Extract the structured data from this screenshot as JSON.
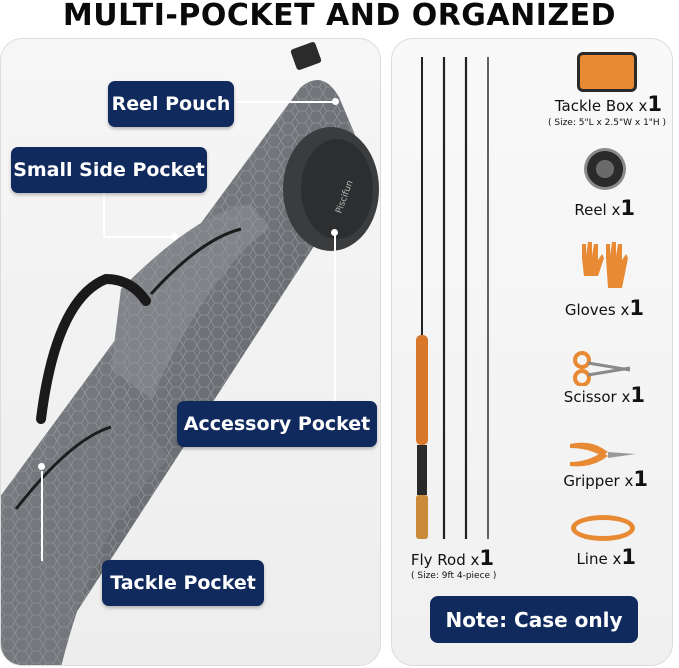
{
  "headline": "MULTI-POCKET AND ORGANIZED",
  "callouts": {
    "reel_pouch": "Reel Pouch",
    "small_side_pocket": "Small Side Pocket",
    "accessory_pocket": "Accessory Pocket",
    "tackle_pocket": "Tackle Pocket"
  },
  "items": [
    {
      "name": "Tackle Box",
      "qty_prefix": " x",
      "qty": "1",
      "sub": "( Size: 5\"L x 2.5\"W x 1\"H )",
      "icon": "tackle-box-icon"
    },
    {
      "name": "Reel",
      "qty_prefix": " x",
      "qty": "1",
      "icon": "reel-icon"
    },
    {
      "name": "Gloves",
      "qty_prefix": " x",
      "qty": "1",
      "icon": "gloves-icon"
    },
    {
      "name": "Scissor",
      "qty_prefix": " x",
      "qty": "1",
      "icon": "scissor-icon"
    },
    {
      "name": "Gripper",
      "qty_prefix": " x",
      "qty": "1",
      "icon": "gripper-icon"
    },
    {
      "name": "Line",
      "qty_prefix": " x",
      "qty": "1",
      "icon": "line-icon"
    }
  ],
  "rod": {
    "name": "Fly Rod",
    "qty_prefix": " x",
    "qty": "1",
    "sub": "( Size: 9ft 4-piece )"
  },
  "note": "Note: Case only",
  "colors": {
    "navy": "#102a5e",
    "orange": "#e8862a",
    "bag_gray": "#7d8185"
  }
}
